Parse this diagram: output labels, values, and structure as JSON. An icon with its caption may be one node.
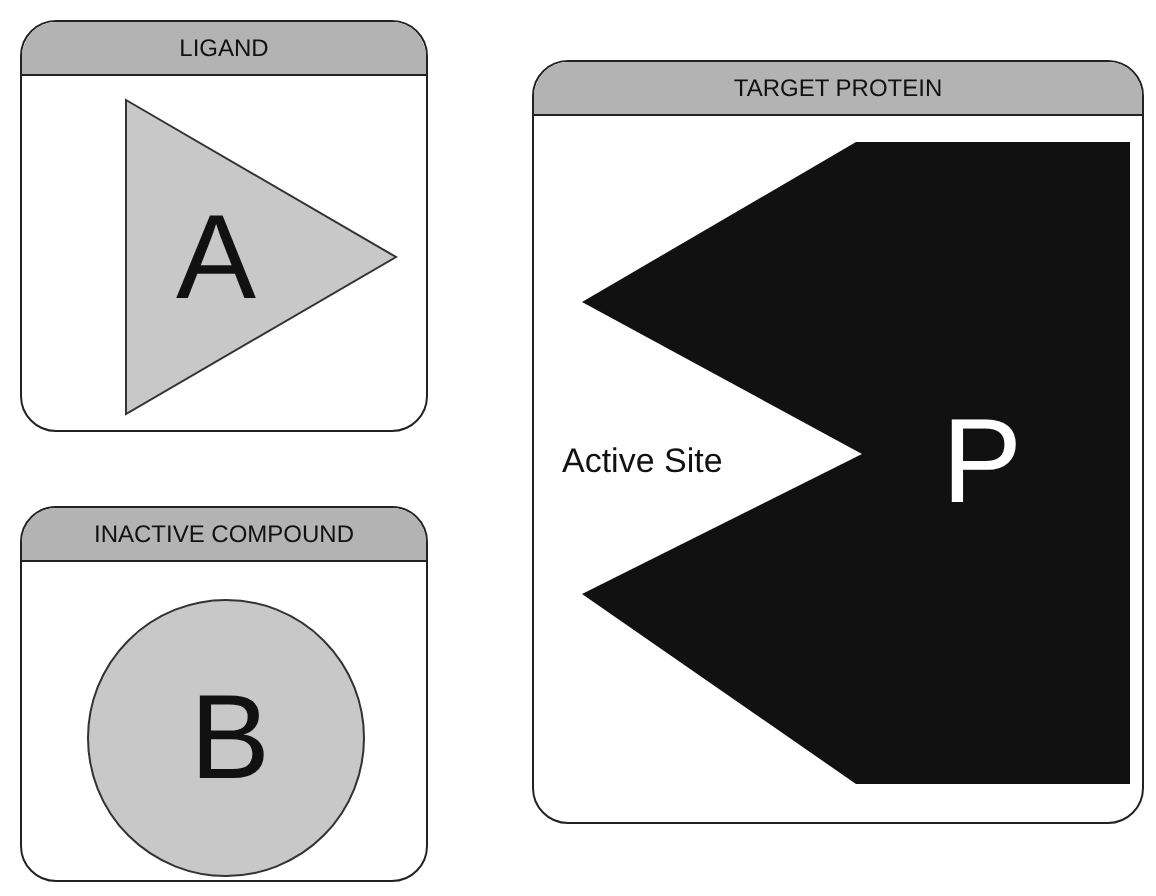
{
  "diagram": {
    "nodes": [
      {
        "text": [
          "LIGAND"
        ]
      },
      {
        "text": [
          "A"
        ],
        "in": 0
      },
      {
        "text": [
          "TARGET PROTEIN"
        ]
      },
      {
        "text": [
          "P"
        ],
        "in": 2
      },
      {
        "text": [
          "INACTIVE COMPOUND"
        ]
      },
      {
        "text": [
          "B"
        ],
        "in": 4
      }
    ],
    "labels": [
      "Active Site"
    ]
  }
}
